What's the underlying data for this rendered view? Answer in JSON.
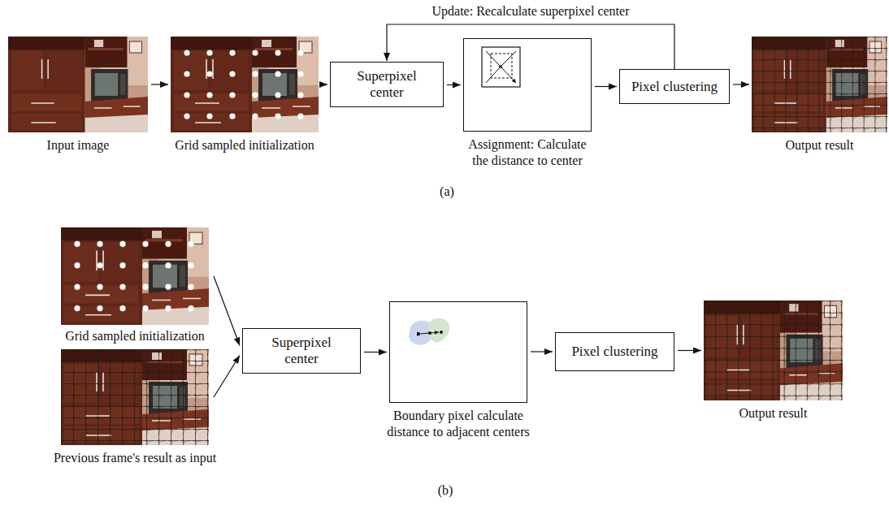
{
  "diagram": {
    "nodes": [
      {
        "text": [
          "Input image"
        ]
      },
      {
        "text": [
          "Grid sampled initialization"
        ]
      },
      {
        "text": [
          "Superpixel center"
        ]
      },
      {
        "text": [
          "Assignment: Calculate the distance to center"
        ]
      },
      {
        "text": [
          "Pixel clustering"
        ]
      },
      {
        "text": [
          "Output result"
        ]
      },
      {
        "text": [
          "Grid sampled initialization"
        ]
      },
      {
        "text": [
          "Previous frame's result as input"
        ]
      },
      {
        "text": [
          "Superpixel center"
        ]
      },
      {
        "text": [
          "Boundary pixel calculate distance to adjacent centers"
        ]
      },
      {
        "text": [
          "Pixel clustering"
        ]
      },
      {
        "text": [
          "Output result"
        ]
      }
    ],
    "edges": [
      {
        "from": 0,
        "to": 1,
        "arrow": "to"
      },
      {
        "from": 1,
        "to": 2,
        "arrow": "to"
      },
      {
        "from": 2,
        "to": 3,
        "arrow": "to"
      },
      {
        "from": 3,
        "to": 4,
        "arrow": "to"
      },
      {
        "from": 4,
        "to": 5,
        "arrow": "to"
      },
      {
        "from": 4,
        "to": 2,
        "label": "Update: Recalculate superpixel center",
        "arrow": "to"
      },
      {
        "from": 6,
        "to": 8,
        "arrow": "to"
      },
      {
        "from": 7,
        "to": 8,
        "arrow": "to"
      },
      {
        "from": 8,
        "to": 9,
        "arrow": "to"
      },
      {
        "from": 9,
        "to": 10,
        "arrow": "to"
      },
      {
        "from": 10,
        "to": 11,
        "arrow": "to"
      }
    ],
    "labels": [
      "(a)",
      "(b)"
    ]
  }
}
